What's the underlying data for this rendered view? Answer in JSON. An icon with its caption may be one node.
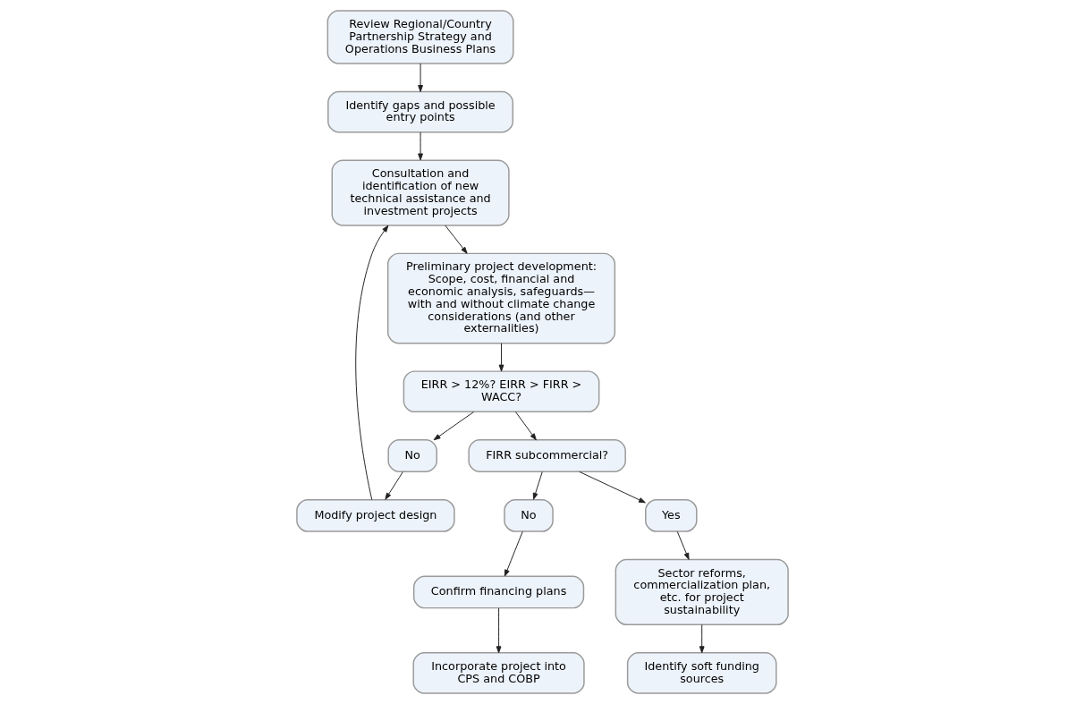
{
  "diagram": {
    "nodes": [
      {
        "text": [
          "Review Regional/Country Partnership Strategy and Operations Business Plans"
        ]
      },
      {
        "text": [
          "Identify gaps and possible entry points"
        ]
      },
      {
        "text": [
          "Consultation and identification of new technical assistance and investment projects"
        ]
      },
      {
        "text": [
          "Preliminary project development: Scope, cost, financial and economic analysis, safeguards— with and without climate change considerations (and other externalities)"
        ]
      },
      {
        "text": [
          "EIRR > 12%? EIRR > FIRR > WACC?"
        ]
      },
      {
        "text": [
          "No"
        ]
      },
      {
        "text": [
          "Modify project design"
        ]
      },
      {
        "text": [
          "Incorporate project into CPS and COBP"
        ]
      },
      {
        "text": [
          "Confirm financing plans"
        ]
      },
      {
        "text": [
          "FIRR subcommercial?"
        ]
      },
      {
        "text": [
          "No"
        ]
      },
      {
        "text": [
          "Yes"
        ]
      },
      {
        "text": [
          "Sector reforms, commercialization plan, etc. for project sustainability"
        ]
      },
      {
        "text": [
          "Identify soft funding sources"
        ]
      }
    ],
    "edges": [
      {
        "from": 0,
        "to": 1,
        "arrow": "to"
      },
      {
        "from": 1,
        "to": 2,
        "arrow": "to"
      },
      {
        "from": 2,
        "to": 3,
        "arrow": "to"
      },
      {
        "from": 3,
        "to": 4,
        "arrow": "to"
      },
      {
        "from": 4,
        "to": 5,
        "arrow": "to"
      },
      {
        "from": 5,
        "to": 6,
        "arrow": "to"
      },
      {
        "from": 6,
        "to": 2,
        "arrow": "to"
      },
      {
        "from": 4,
        "to": 9,
        "arrow": "to"
      },
      {
        "from": 9,
        "to": 10,
        "arrow": "to"
      },
      {
        "from": 9,
        "to": 11,
        "arrow": "to"
      },
      {
        "from": 10,
        "to": 8,
        "arrow": "to"
      },
      {
        "from": 8,
        "to": 7,
        "arrow": "to"
      },
      {
        "from": 11,
        "to": 12,
        "arrow": "to"
      },
      {
        "from": 12,
        "to": 13,
        "arrow": "to"
      }
    ]
  }
}
